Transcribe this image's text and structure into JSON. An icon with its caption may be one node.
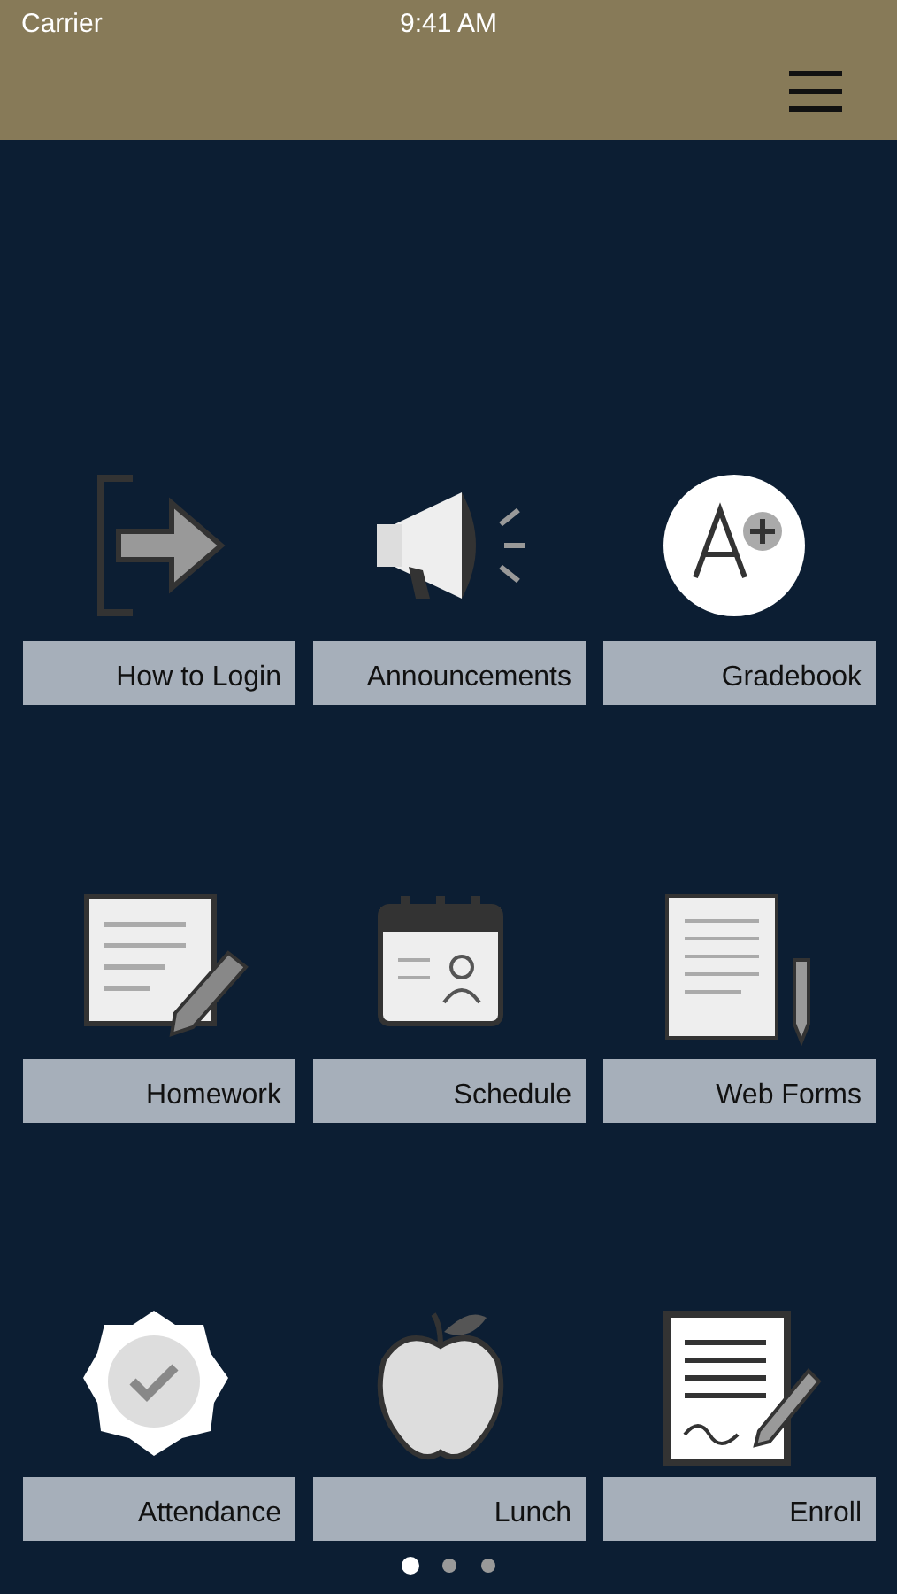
{
  "diagram": {
    "nodes": [
      {
        "text": [
          "How to Login"
        ]
      },
      {
        "text": [
          "Announcements"
        ]
      },
      {
        "text": [
          "Gradebook"
        ]
      },
      {
        "text": [
          "Homework"
        ]
      },
      {
        "text": [
          "Schedule"
        ]
      },
      {
        "text": [
          "Web Forms"
        ]
      },
      {
        "text": [
          "Attendance"
        ]
      },
      {
        "text": [
          "Lunch"
        ]
      },
      {
        "text": [
          "Enroll"
        ]
      }
    ],
    "labels": [
      "Carrier",
      "9:41 AM"
    ]
  }
}
